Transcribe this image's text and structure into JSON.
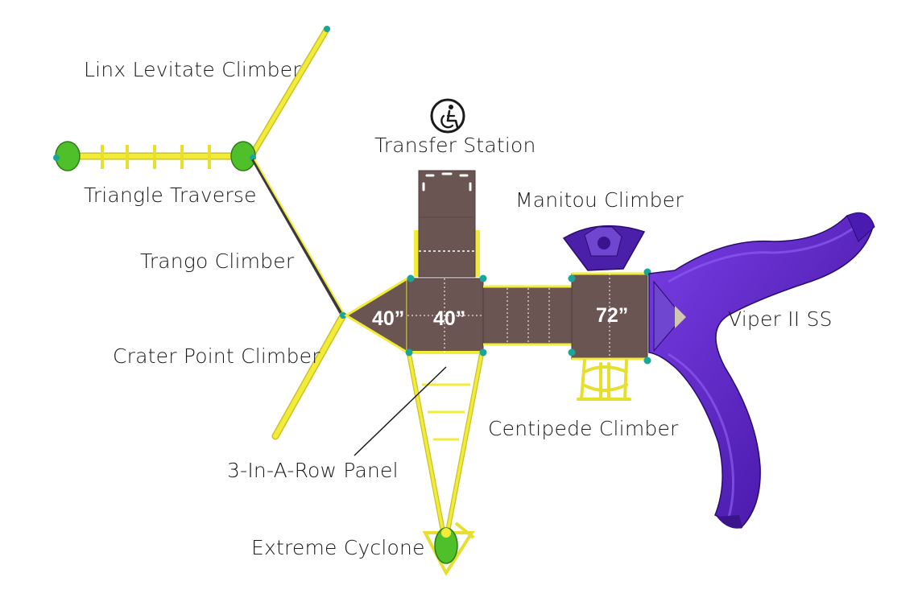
{
  "labels": {
    "linx_levitate": "Linx Levitate Climber",
    "triangle_traverse": "Triangle Traverse",
    "trango": "Trango Climber",
    "crater_point": "Crater Point Climber",
    "transfer_station": "Transfer Station",
    "manitou": "Manitou Climber",
    "viper": "Viper II SS",
    "centipede": "Centipede Climber",
    "three_in_a_row": "3-In-A-Row Panel",
    "extreme_cyclone": "Extreme Cyclone"
  },
  "decks": {
    "deck_a": "40”",
    "deck_b": "40”",
    "deck_c": "72”"
  },
  "colors": {
    "post": "#f2ec38",
    "deck": "#6b5552",
    "slide": "#5a1fbf",
    "green": "#4fbf2a",
    "cap": "#1aa59a"
  },
  "icons": {
    "accessibility": "wheelchair-accessible-icon"
  }
}
